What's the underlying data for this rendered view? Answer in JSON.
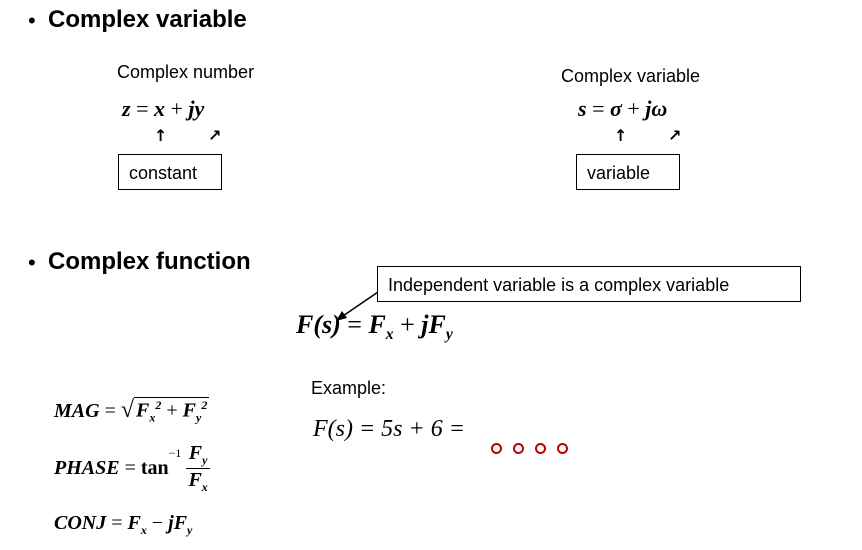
{
  "sections": [
    {
      "bullet": "•",
      "heading": "Complex variable"
    },
    {
      "bullet": "•",
      "heading": "Complex function"
    }
  ],
  "complex_number": {
    "label": "Complex number",
    "formula_lhs": "z",
    "formula_eq": "=",
    "formula_x": "x",
    "formula_plus": "+",
    "formula_jy": "jy",
    "box_label": "constant"
  },
  "complex_variable": {
    "label": "Complex variable",
    "formula_lhs": "s",
    "formula_eq": "=",
    "formula_sigma": "σ",
    "formula_plus": "+",
    "formula_jw": "jω",
    "box_label": "variable"
  },
  "callout": {
    "text": "Independent variable is a complex variable"
  },
  "main_function": {
    "F": "F",
    "arg": "(s)",
    "eq": "=",
    "Fx": "F",
    "x_sub": "x",
    "plus": "+",
    "jFy": "jF",
    "y_sub": "y"
  },
  "example": {
    "label": "Example:",
    "formula": "F(s) = 5s + 6 ="
  },
  "mag": {
    "lhs": "MAG",
    "eq": "=",
    "Fx": "F",
    "x_sub": "x",
    "sq": "2",
    "plus": "+",
    "Fy": "F",
    "y_sub": "y"
  },
  "phase": {
    "lhs": "PHASE",
    "eq": "=",
    "tan": "tan",
    "inv": "−1",
    "num": "F",
    "num_sub": "y",
    "den": "F",
    "den_sub": "x"
  },
  "conj": {
    "lhs": "CONJ",
    "eq": "=",
    "Fx": "F",
    "x_sub": "x",
    "minus": "−",
    "jFy": "jF",
    "y_sub": "y"
  },
  "colors": {
    "dots": "#c00000"
  }
}
